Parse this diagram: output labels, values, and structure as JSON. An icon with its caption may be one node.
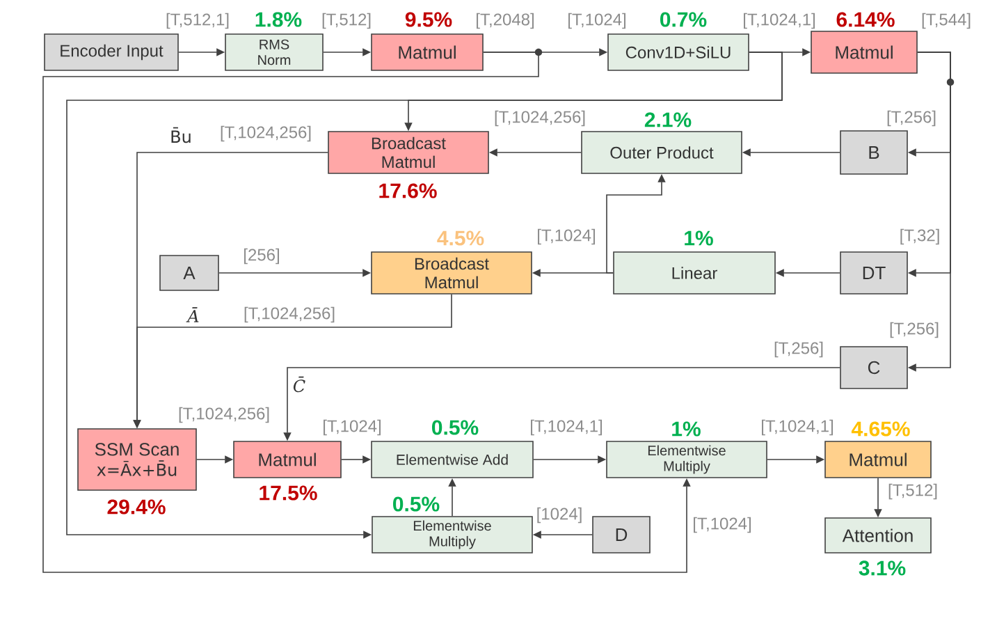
{
  "diagram": {
    "nodes": [
      {
        "text": [
          "Encoder Input"
        ]
      },
      {
        "text": [
          "RMS Norm"
        ],
        "beside": [
          "1.8%"
        ]
      },
      {
        "text": [
          "Matmul"
        ],
        "beside": [
          "9.5%"
        ]
      },
      {
        "text": [
          "Conv1D+SiLU"
        ],
        "beside": [
          "0.7%"
        ]
      },
      {
        "text": [
          "Matmul"
        ],
        "beside": [
          "6.14%"
        ]
      },
      {
        "text": [
          "Broadcast Matmul"
        ],
        "beside": [
          "17.6%"
        ]
      },
      {
        "text": [
          "Outer Product"
        ],
        "beside": [
          "2.1%"
        ]
      },
      {
        "text": [
          "B"
        ]
      },
      {
        "text": [
          "A"
        ]
      },
      {
        "text": [
          "Broadcast Matmul"
        ],
        "beside": [
          "4.5%"
        ]
      },
      {
        "text": [
          "Linear"
        ],
        "beside": [
          "1%"
        ]
      },
      {
        "text": [
          "DT"
        ]
      },
      {
        "text": [
          "C"
        ]
      },
      {
        "text": [
          "SSM Scan",
          "x=Āx+B̄u"
        ],
        "beside": [
          "29.4%"
        ]
      },
      {
        "text": [
          "Matmul"
        ],
        "beside": [
          "17.5%"
        ]
      },
      {
        "text": [
          "Elementwise Add"
        ],
        "beside": [
          "0.5%"
        ]
      },
      {
        "text": [
          "Elementwise Multiply"
        ],
        "beside": [
          "1%"
        ]
      },
      {
        "text": [
          "Matmul"
        ],
        "beside": [
          "4.65%"
        ]
      },
      {
        "text": [
          "Elementwise Multiply"
        ],
        "beside": [
          "0.5%"
        ]
      },
      {
        "text": [
          "D"
        ]
      },
      {
        "text": [
          "Attention"
        ],
        "beside": [
          "3.1%"
        ]
      }
    ],
    "edges": [
      {
        "from": 0,
        "to": 1,
        "arrow": "to",
        "label": "[T,512,1]"
      },
      {
        "from": 1,
        "to": 2,
        "arrow": "to",
        "label": "[T,512]"
      },
      {
        "from": 2,
        "to": 3,
        "arrow": "to",
        "label": "[T,1024]"
      },
      {
        "from": 2,
        "to": 16,
        "arrow": "to",
        "label": "[T,1024]"
      },
      {
        "from": 3,
        "to": 4,
        "arrow": "to",
        "label": "[T,1024,1]"
      },
      {
        "from": 3,
        "to": 5,
        "arrow": "to"
      },
      {
        "from": 3,
        "to": 18,
        "arrow": "to"
      },
      {
        "from": 4,
        "to": 7,
        "arrow": "to",
        "label": "[T,256]"
      },
      {
        "from": 4,
        "to": 11,
        "arrow": "to",
        "label": "[T,32]"
      },
      {
        "from": 4,
        "to": 12,
        "arrow": "to",
        "label": "[T,256]"
      },
      {
        "from": 7,
        "to": 6,
        "arrow": "to"
      },
      {
        "from": 6,
        "to": 5,
        "arrow": "to",
        "label": "[T,1024,256]"
      },
      {
        "from": 5,
        "to": 13,
        "arrow": "to",
        "label": "[T,1024,256]"
      },
      {
        "from": 8,
        "to": 9,
        "arrow": "to",
        "label": "[256]"
      },
      {
        "from": 10,
        "to": 9,
        "arrow": "to",
        "label": "[T,1024]"
      },
      {
        "from": 10,
        "to": 6,
        "arrow": "to"
      },
      {
        "from": 11,
        "to": 10,
        "arrow": "to"
      },
      {
        "from": 9,
        "to": 13,
        "arrow": "to",
        "label": "[T,1024,256]"
      },
      {
        "from": 12,
        "to": 14,
        "arrow": "to",
        "label": "[T,256]"
      },
      {
        "from": 13,
        "to": 14,
        "arrow": "to",
        "label": "[T,1024,256]"
      },
      {
        "from": 14,
        "to": 15,
        "arrow": "to",
        "label": "[T,1024]"
      },
      {
        "from": 15,
        "to": 16,
        "arrow": "to",
        "label": "[T,1024,1]"
      },
      {
        "from": 16,
        "to": 17,
        "arrow": "to",
        "label": "[T,1024,1]"
      },
      {
        "from": 17,
        "to": 20,
        "arrow": "to",
        "label": "[T,512]"
      },
      {
        "from": 18,
        "to": 15,
        "arrow": "to"
      },
      {
        "from": 19,
        "to": 18,
        "arrow": "to",
        "label": "[1024]"
      }
    ],
    "labels": [
      "[T,2048]",
      "[T,544]",
      "B̄u",
      "Ā",
      "C̄"
    ]
  }
}
